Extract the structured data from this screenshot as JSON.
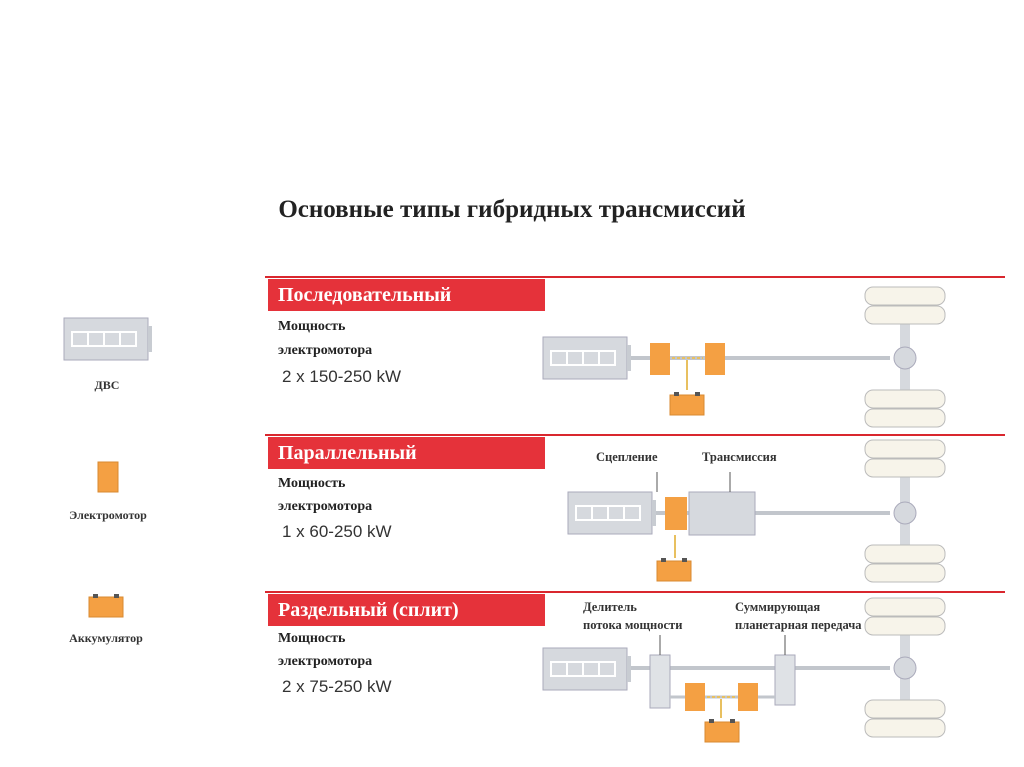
{
  "title": "Основные типы гибридных трансмиссий",
  "legend": {
    "engine": "ДВС",
    "motor": "Электромотор",
    "battery": "Аккумулятор"
  },
  "sections": [
    {
      "name": "Последовательный",
      "power_label_1": "Мощность",
      "power_label_2": "электромотора",
      "power": "2 x 150-250 kW"
    },
    {
      "name": "Параллельный",
      "power_label_1": "Мощность",
      "power_label_2": "электромотора",
      "power": "1 x 60-250 kW",
      "labels": [
        "Сцепление",
        "Трансмиссия"
      ]
    },
    {
      "name": "Раздельный (сплит)",
      "power_label_1": "Мощность",
      "power_label_2": "электромотора",
      "power": "2 x 75-250 kW",
      "labels": [
        "Делитель",
        "потока мощности",
        "Суммирующая",
        "планетарная передача"
      ]
    }
  ],
  "colors": {
    "accent": "#e5323a",
    "motor": "#f4a043",
    "engine": "#d6d9de"
  }
}
